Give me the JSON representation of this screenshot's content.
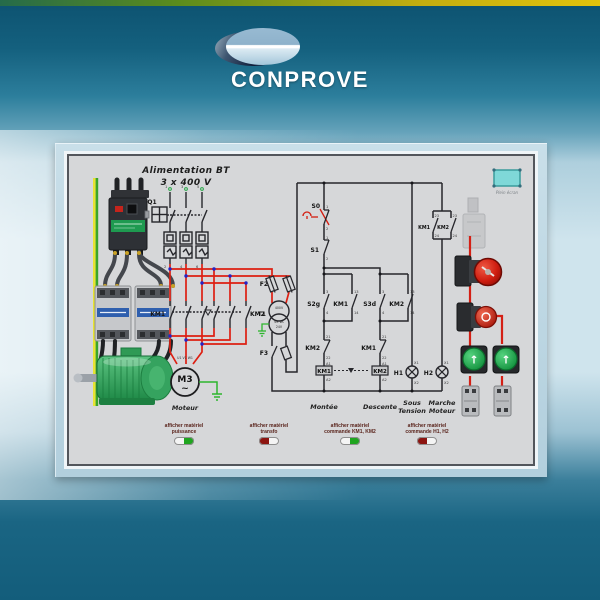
{
  "brand": "CONPROVE",
  "plan_tool": {
    "label": "Plein écran"
  },
  "schematic": {
    "title1": "Alimentation BT",
    "title2": "3 x 400 V",
    "q1": "Q1",
    "km1": "KM1",
    "km2": "KM2",
    "f2": "F2",
    "t1": "T1",
    "f3": "F3",
    "transfo": {
      "primary": "400V",
      "rating": "63 VA",
      "secondary": "24V"
    },
    "motor": {
      "name": "M3",
      "wave": "~",
      "caption": "Moteur",
      "terminals": "U1  V1  W1"
    },
    "control": {
      "s0": "S0",
      "s1": "S1",
      "s2g": "S2g",
      "km1_hold": "KM1",
      "s3d": "S3d",
      "km2_hold": "KM2",
      "km2_nc": "KM2",
      "km1_nc": "KM1",
      "coil_km1": "KM1",
      "coil_km2": "KM2",
      "aux_km1": "KM1",
      "aux_km2": "KM2",
      "h1": "H1",
      "h2": "H2"
    },
    "captions": {
      "montee": "Montée",
      "descente": "Descente",
      "sous1": "Sous",
      "sous2": "Tension",
      "marche1": "Marche",
      "marche2": "Moteur"
    }
  },
  "t": {
    "1": "1",
    "2": "2",
    "3": "3",
    "4": "4",
    "5": "5",
    "6": "6",
    "13": "13",
    "14": "14",
    "21": "21",
    "22": "22",
    "23": "23",
    "24": "24",
    "A1": "A1",
    "A2": "A2",
    "X1": "X1",
    "X2": "X2"
  },
  "toggles": [
    {
      "line1": "afficher matériel",
      "line2": "puissance",
      "state": "on"
    },
    {
      "line1": "afficher matériel",
      "line2": "transfo",
      "state": "off"
    },
    {
      "line1": "afficher matériel",
      "line2": "commande KM1, KM2",
      "state": "on"
    },
    {
      "line1": "afficher matériel",
      "line2": "commande H1, H2",
      "state": "off"
    }
  ],
  "colors": {
    "background_teal": "#155F7D",
    "panel_blue": "#BCD6E2",
    "canvas_grey": "#D6D7D9",
    "wire_red": "#DD1F12",
    "junction_blue": "#2323C8",
    "ground_green": "#2DB52D",
    "toggle_on_green": "#1FA51F",
    "toggle_off_red": "#8C1410",
    "stripe_green": "#5C8C1C",
    "stripe_yellow": "#E3C30C",
    "logo_navy": "#101D3A"
  }
}
